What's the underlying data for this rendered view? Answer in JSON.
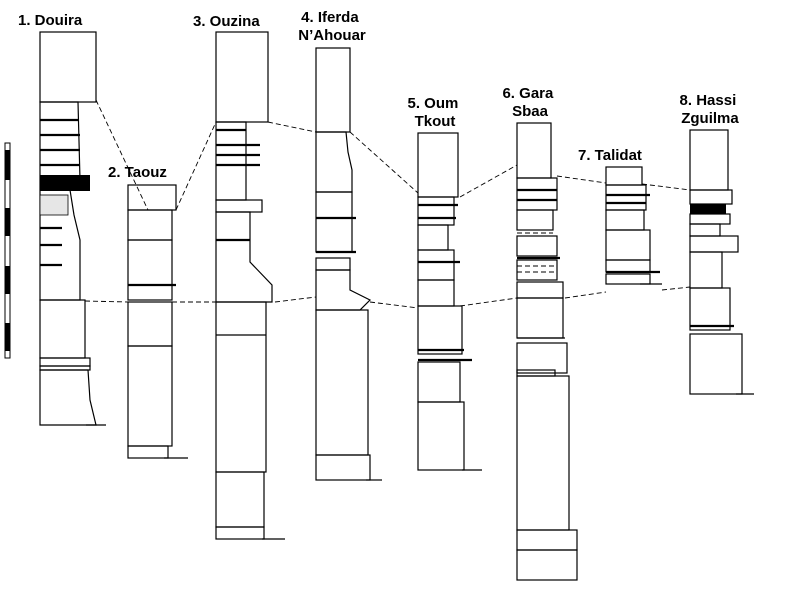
{
  "figure": {
    "sections": [
      {
        "id": "douira",
        "label_lines": [
          "1. Douira"
        ]
      },
      {
        "id": "taouz",
        "label_lines": [
          "2. Taouz"
        ]
      },
      {
        "id": "ouzina",
        "label_lines": [
          "3. Ouzina"
        ]
      },
      {
        "id": "iferda",
        "label_lines": [
          "4. Iferda",
          "N’Ahouar"
        ]
      },
      {
        "id": "oum-tkout",
        "label_lines": [
          "5. Oum",
          "Tkout"
        ]
      },
      {
        "id": "gara-sbaa",
        "label_lines": [
          "6. Gara",
          "Sbaa"
        ]
      },
      {
        "id": "talidat",
        "label_lines": [
          "7. Talidat"
        ]
      },
      {
        "id": "hassi-zguilma",
        "label_lines": [
          "8. Hassi",
          "Zguilma"
        ]
      }
    ],
    "colors": {
      "shale_grey": "#c8c8c8",
      "light_grey": "#e6e6e6",
      "limestone_bg": "#ffffff",
      "sand_bg": "#ffffff",
      "ink": "#000000"
    },
    "icons": [
      "limestone-brick-pattern",
      "sandstone-dot-pattern",
      "hatched-base-pattern",
      "scale-bar"
    ]
  }
}
